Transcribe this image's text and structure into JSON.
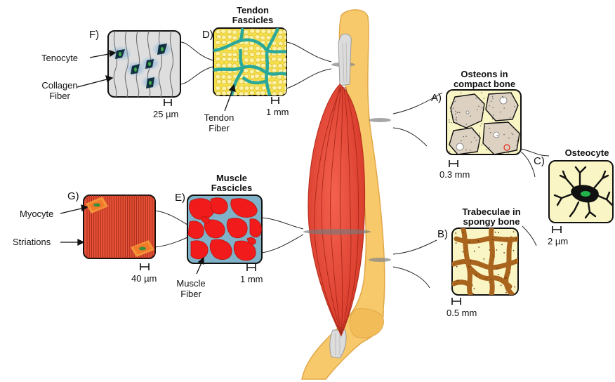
{
  "panel_letters": {
    "f": "F)",
    "d": "D)",
    "a": "A)",
    "c": "C)",
    "g": "G)",
    "e": "E)",
    "b": "B)"
  },
  "titles": {
    "tendon_fascicles": [
      "Tendon",
      "Fascicles"
    ],
    "osteons": [
      "Osteons in",
      "compact bone"
    ],
    "osteocyte": "Osteocyte",
    "muscle_fascicles": [
      "Muscle",
      "Fascicles"
    ],
    "trabeculae": [
      "Trabeculae in",
      "spongy bone"
    ]
  },
  "labels": {
    "tenocyte": "Tenocyte",
    "collagen_fiber": [
      "Collagen",
      "Fiber"
    ],
    "tendon_fiber": [
      "Tendon",
      "Fiber"
    ],
    "myocyte": "Myocyte",
    "striations": "Striations",
    "muscle_fiber": [
      "Muscle",
      "Fiber"
    ]
  },
  "scale_bars": {
    "f": "25 µm",
    "d": "1 mm",
    "a": "0.3 mm",
    "c": "2 µm",
    "g": "40 µm",
    "e": "1 mm",
    "b": "0.5 mm"
  },
  "colors": {
    "bone": "#f7c96a",
    "bone_outline": "#e0a84a",
    "muscle": "#ef4a3a",
    "tendon": "#dcdcdc",
    "tenocyte_bg": "#dedede",
    "tendon_fiber": "#f4e04a",
    "tendon_connective": "#2aa99a",
    "compact_bg": "#faf5c4",
    "osteon_fill": "#ddd2c2",
    "spongy_trabecula": "#a9651e",
    "muscle_panel_fill": "#e85238",
    "myofiber": "#f21b1b",
    "connective_blue": "#7fb2c8",
    "osteocyte_cell": "#111111",
    "nucleus_green": "#22b24c",
    "highlight_orange": "#f9a23b"
  }
}
